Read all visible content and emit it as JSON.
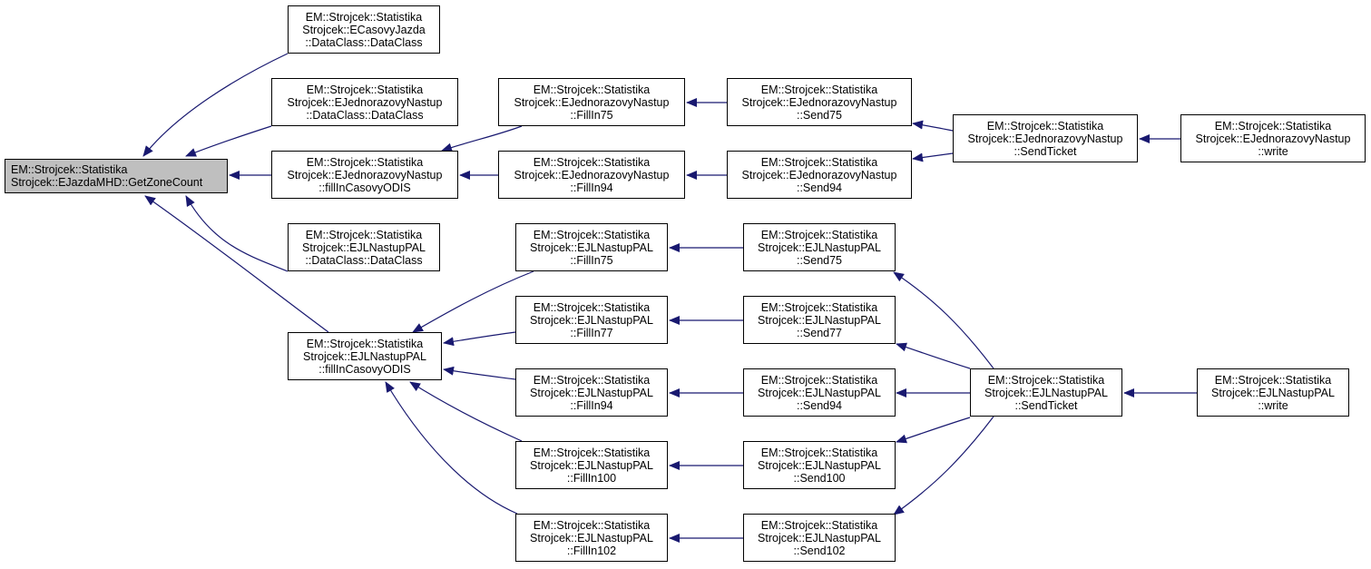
{
  "graph": {
    "type": "doxygen-caller-graph",
    "edge_color": "#191970",
    "root_fill": "#bfbfbf",
    "node_fill": "#ffffff",
    "nodes": [
      {
        "id": "root",
        "lines": [
          "EM::Strojcek::Statistika",
          "Strojcek::EJazdaMHD::GetZoneCount"
        ],
        "root": true
      },
      {
        "id": "ecas-dataclass",
        "lines": [
          "EM::Strojcek::Statistika",
          "Strojcek::ECasovyJazda",
          "::DataClass::DataClass"
        ]
      },
      {
        "id": "ejed-dataclass",
        "lines": [
          "EM::Strojcek::Statistika",
          "Strojcek::EJednorazovyNastup",
          "::DataClass::DataClass"
        ]
      },
      {
        "id": "ejed-fillincasovyodis",
        "lines": [
          "EM::Strojcek::Statistika",
          "Strojcek::EJednorazovyNastup",
          "::fillInCasovyODIS"
        ]
      },
      {
        "id": "ejl-dataclass",
        "lines": [
          "EM::Strojcek::Statistika",
          "Strojcek::EJLNastupPAL",
          "::DataClass::DataClass"
        ]
      },
      {
        "id": "ejl-fillincasovyodis",
        "lines": [
          "EM::Strojcek::Statistika",
          "Strojcek::EJLNastupPAL",
          "::fillInCasovyODIS"
        ]
      },
      {
        "id": "ejed-fillin75",
        "lines": [
          "EM::Strojcek::Statistika",
          "Strojcek::EJednorazovyNastup",
          "::FillIn75"
        ]
      },
      {
        "id": "ejed-fillin94",
        "lines": [
          "EM::Strojcek::Statistika",
          "Strojcek::EJednorazovyNastup",
          "::FillIn94"
        ]
      },
      {
        "id": "ejed-send75",
        "lines": [
          "EM::Strojcek::Statistika",
          "Strojcek::EJednorazovyNastup",
          "::Send75"
        ]
      },
      {
        "id": "ejed-send94",
        "lines": [
          "EM::Strojcek::Statistika",
          "Strojcek::EJednorazovyNastup",
          "::Send94"
        ]
      },
      {
        "id": "ejed-sendticket",
        "lines": [
          "EM::Strojcek::Statistika",
          "Strojcek::EJednorazovyNastup",
          "::SendTicket"
        ]
      },
      {
        "id": "ejed-write",
        "lines": [
          "EM::Strojcek::Statistika",
          "Strojcek::EJednorazovyNastup",
          "::write"
        ]
      },
      {
        "id": "ejl-fillin75",
        "lines": [
          "EM::Strojcek::Statistika",
          "Strojcek::EJLNastupPAL",
          "::FillIn75"
        ]
      },
      {
        "id": "ejl-fillin77",
        "lines": [
          "EM::Strojcek::Statistika",
          "Strojcek::EJLNastupPAL",
          "::FillIn77"
        ]
      },
      {
        "id": "ejl-fillin94",
        "lines": [
          "EM::Strojcek::Statistika",
          "Strojcek::EJLNastupPAL",
          "::FillIn94"
        ]
      },
      {
        "id": "ejl-fillin100",
        "lines": [
          "EM::Strojcek::Statistika",
          "Strojcek::EJLNastupPAL",
          "::FillIn100"
        ]
      },
      {
        "id": "ejl-fillin102",
        "lines": [
          "EM::Strojcek::Statistika",
          "Strojcek::EJLNastupPAL",
          "::FillIn102"
        ]
      },
      {
        "id": "ejl-send75",
        "lines": [
          "EM::Strojcek::Statistika",
          "Strojcek::EJLNastupPAL",
          "::Send75"
        ]
      },
      {
        "id": "ejl-send77",
        "lines": [
          "EM::Strojcek::Statistika",
          "Strojcek::EJLNastupPAL",
          "::Send77"
        ]
      },
      {
        "id": "ejl-send94",
        "lines": [
          "EM::Strojcek::Statistika",
          "Strojcek::EJLNastupPAL",
          "::Send94"
        ]
      },
      {
        "id": "ejl-send100",
        "lines": [
          "EM::Strojcek::Statistika",
          "Strojcek::EJLNastupPAL",
          "::Send100"
        ]
      },
      {
        "id": "ejl-send102",
        "lines": [
          "EM::Strojcek::Statistika",
          "Strojcek::EJLNastupPAL",
          "::Send102"
        ]
      },
      {
        "id": "ejl-sendticket",
        "lines": [
          "EM::Strojcek::Statistika",
          "Strojcek::EJLNastupPAL",
          "::SendTicket"
        ]
      },
      {
        "id": "ejl-write",
        "lines": [
          "EM::Strojcek::Statistika",
          "Strojcek::EJLNastupPAL",
          "::write"
        ]
      }
    ],
    "edges": [
      {
        "from": "ecas-dataclass",
        "to": "root"
      },
      {
        "from": "ejed-dataclass",
        "to": "root"
      },
      {
        "from": "ejed-fillincasovyodis",
        "to": "root"
      },
      {
        "from": "ejl-dataclass",
        "to": "root"
      },
      {
        "from": "ejl-fillincasovyodis",
        "to": "root"
      },
      {
        "from": "ejed-fillin75",
        "to": "ejed-fillincasovyodis"
      },
      {
        "from": "ejed-fillin94",
        "to": "ejed-fillincasovyodis"
      },
      {
        "from": "ejed-send75",
        "to": "ejed-fillin75"
      },
      {
        "from": "ejed-send94",
        "to": "ejed-fillin94"
      },
      {
        "from": "ejed-sendticket",
        "to": "ejed-send75"
      },
      {
        "from": "ejed-sendticket",
        "to": "ejed-send94"
      },
      {
        "from": "ejed-write",
        "to": "ejed-sendticket"
      },
      {
        "from": "ejl-fillin75",
        "to": "ejl-fillincasovyodis"
      },
      {
        "from": "ejl-fillin77",
        "to": "ejl-fillincasovyodis"
      },
      {
        "from": "ejl-fillin94",
        "to": "ejl-fillincasovyodis"
      },
      {
        "from": "ejl-fillin100",
        "to": "ejl-fillincasovyodis"
      },
      {
        "from": "ejl-fillin102",
        "to": "ejl-fillincasovyodis"
      },
      {
        "from": "ejl-send75",
        "to": "ejl-fillin75"
      },
      {
        "from": "ejl-send77",
        "to": "ejl-fillin77"
      },
      {
        "from": "ejl-send94",
        "to": "ejl-fillin94"
      },
      {
        "from": "ejl-send100",
        "to": "ejl-fillin100"
      },
      {
        "from": "ejl-send102",
        "to": "ejl-fillin102"
      },
      {
        "from": "ejl-sendticket",
        "to": "ejl-send75"
      },
      {
        "from": "ejl-sendticket",
        "to": "ejl-send77"
      },
      {
        "from": "ejl-sendticket",
        "to": "ejl-send94"
      },
      {
        "from": "ejl-sendticket",
        "to": "ejl-send100"
      },
      {
        "from": "ejl-sendticket",
        "to": "ejl-send102"
      },
      {
        "from": "ejl-write",
        "to": "ejl-sendticket"
      }
    ]
  }
}
